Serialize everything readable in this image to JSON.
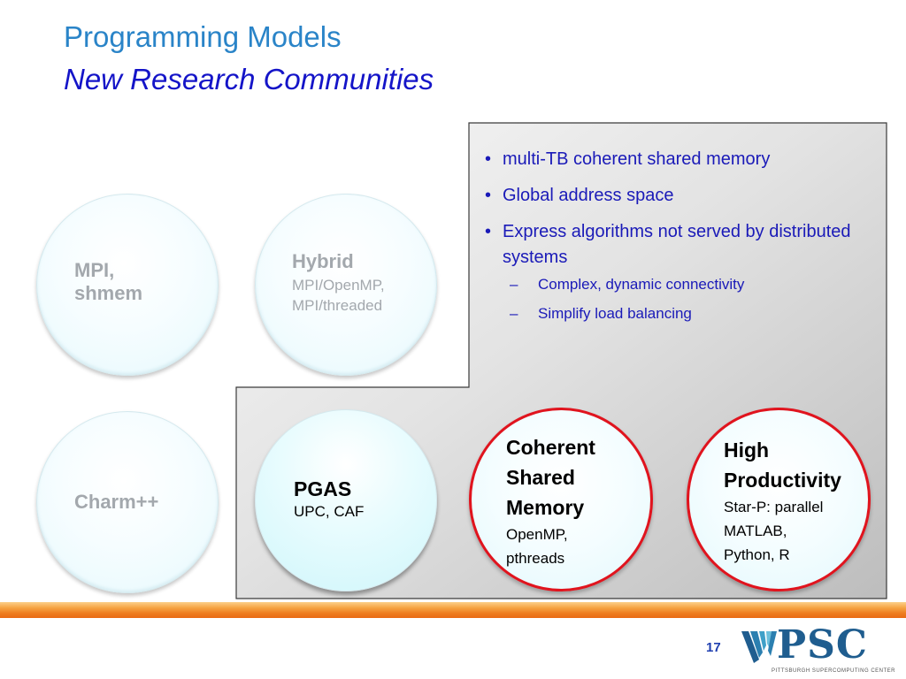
{
  "slide": {
    "title": "Programming Models",
    "subtitle": "New Research Communities",
    "page_number": "17"
  },
  "bullets": [
    {
      "text": "multi-TB coherent shared memory",
      "level": 1
    },
    {
      "text": "Global address space",
      "level": 1
    },
    {
      "text": "Express algorithms not served by distributed systems",
      "level": 1
    },
    {
      "text": "Complex, dynamic connectivity",
      "level": 2
    },
    {
      "text": "Simplify load balancing",
      "level": 2
    }
  ],
  "bubbles": {
    "mpi": {
      "line1": "MPI,",
      "line2": "shmem"
    },
    "hybrid": {
      "title": "Hybrid",
      "line1": "MPI/OpenMP,",
      "line2": "MPI/threaded"
    },
    "charm": {
      "title": "Charm++"
    },
    "pgas": {
      "title": "PGAS",
      "line1": "UPC, CAF"
    },
    "coherent": {
      "title1": "Coherent",
      "title2": "Shared",
      "title3": "Memory",
      "line1": "OpenMP,",
      "line2": "pthreads"
    },
    "productivity": {
      "title1": "High",
      "title2": "Productivity",
      "line1": "Star-P: parallel",
      "line2": "MATLAB,",
      "line3": "Python, R"
    }
  },
  "logo": {
    "text": "PSC",
    "subtext": "PITTSBURGH SUPERCOMPUTING CENTER"
  },
  "colors": {
    "title": "#2a84c8",
    "subtitle": "#1414c8",
    "bullet_text": "#1a1ab8",
    "highlight_ring": "#e0141e",
    "stripe": "#ee7d1f"
  },
  "icons": {
    "bullet": "•",
    "sub_bullet": "–"
  }
}
